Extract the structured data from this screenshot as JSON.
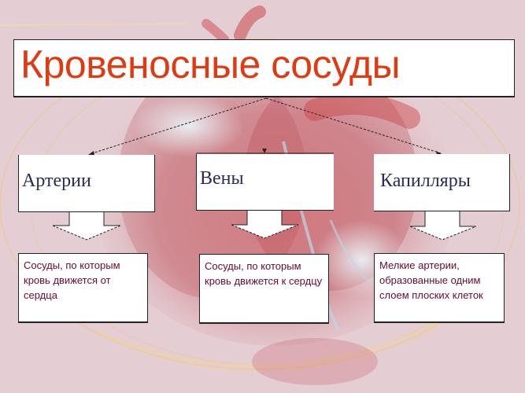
{
  "title": "Кровеносные сосуды",
  "colors": {
    "title_text": "#e03a12",
    "category_text": "#2a2a5a",
    "description_text": "#6b0a2c",
    "background": "#e4cdd3",
    "box_fill": "#ffffff",
    "border": "#222222"
  },
  "categories": [
    {
      "label": "Артерии",
      "description": "Сосуды, по которым кровь движется от сердца"
    },
    {
      "label": "Вены",
      "description": "Сосуды, по которым кровь движется к сердцу"
    },
    {
      "label": "Капилляры",
      "description": "Мелкие артерии, образованные одним слоем плоских клеток"
    }
  ],
  "background_image": "heart-illustration"
}
